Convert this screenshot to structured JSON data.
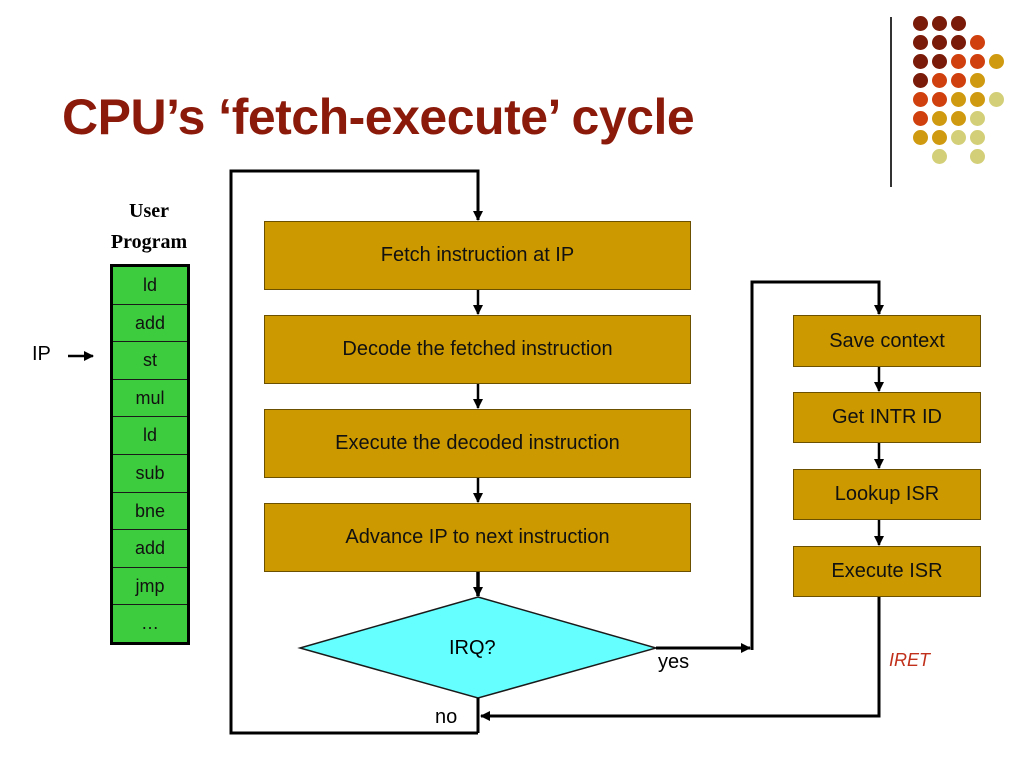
{
  "title": "CPU’s ‘fetch-execute’ cycle",
  "user_program": {
    "label_line1": "User",
    "label_line2": "Program",
    "instructions": [
      "ld",
      "add",
      "st",
      "mul",
      "ld",
      "sub",
      "bne",
      "add",
      "jmp",
      "…"
    ],
    "pointer_label": "IP",
    "pointer_index": 2
  },
  "main_cycle": {
    "steps": [
      "Fetch instruction at IP",
      "Decode the fetched instruction",
      "Execute the decoded instruction",
      "Advance IP to next instruction"
    ],
    "decision": "IRQ?",
    "yes_label": "yes",
    "no_label": "no"
  },
  "interrupt_handler": {
    "steps": [
      "Save context",
      "Get INTR ID",
      "Lookup ISR",
      "Execute ISR"
    ],
    "return_label": "IRET"
  },
  "colors": {
    "title": "#8b1a0a",
    "process_box": "#cc9900",
    "decision": "#66ffff",
    "program_cells": "#3dcc3d",
    "iret_label": "#c0301a",
    "dot_dark": "#7a1a08",
    "dot_red": "#d0400f",
    "dot_gold": "#d09a10",
    "dot_pale": "#d3cf78"
  }
}
